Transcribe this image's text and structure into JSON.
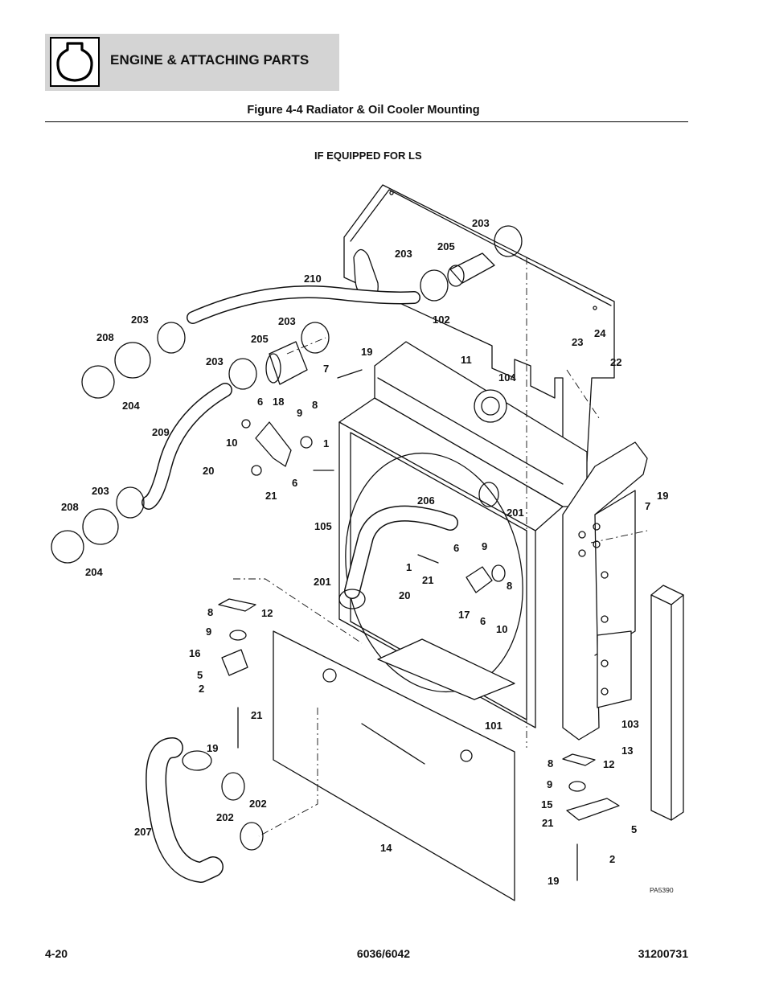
{
  "header": {
    "section_title": "ENGINE & ATTACHING PARTS",
    "icon": "engine-icon"
  },
  "figure": {
    "title": "Figure 4-4 Radiator & Oil Cooler Mounting",
    "note": "IF EQUIPPED FOR LS",
    "drawing_id": "PA5390"
  },
  "callouts": [
    "203",
    "205",
    "203",
    "210",
    "102",
    "203",
    "208",
    "203",
    "205",
    "19",
    "11",
    "104",
    "24",
    "23",
    "22",
    "7",
    "203",
    "6",
    "18",
    "9",
    "8",
    "204",
    "1",
    "209",
    "10",
    "20",
    "21",
    "6",
    "203",
    "208",
    "206",
    "201",
    "19",
    "7",
    "105",
    "6",
    "9",
    "201",
    "1",
    "21",
    "8",
    "20",
    "17",
    "6",
    "10",
    "204",
    "8",
    "12",
    "9",
    "16",
    "5",
    "2",
    "21",
    "101",
    "103",
    "19",
    "13",
    "207",
    "202",
    "202",
    "14",
    "8",
    "12",
    "9",
    "15",
    "21",
    "5",
    "2",
    "19"
  ],
  "footer": {
    "page": "4-20",
    "model": "6036/6042",
    "part_number": "31200731"
  }
}
